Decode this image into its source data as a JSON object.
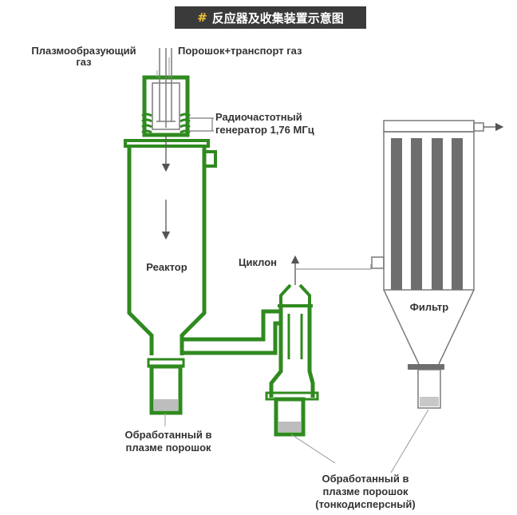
{
  "title": {
    "hash": "#",
    "text": "反应器及收集装置示意图"
  },
  "labels": {
    "plasma_gas_line1": "Плазмообразующий",
    "plasma_gas_line2": "газ",
    "powder_gas": "Порошок+транспорт газ",
    "rf_line1": "Радиочастотный",
    "rf_line2": "генератор 1,76 МГц",
    "reactor": "Реактор",
    "cyclone": "Циклон",
    "filter": "Фильтр",
    "product1_line1": "Обработанный в",
    "product1_line2": "плазме порошок",
    "product2_line1": "Обработанный в",
    "product2_line2": "плазме порошок",
    "product2_line3": "(тонкодисперсный)"
  },
  "colors": {
    "reactor_green": "#2f8a1f",
    "filter_gray": "#6e6e6e",
    "outline_gray": "#7a7a7a",
    "powder_gray": "#bdbdbd"
  }
}
